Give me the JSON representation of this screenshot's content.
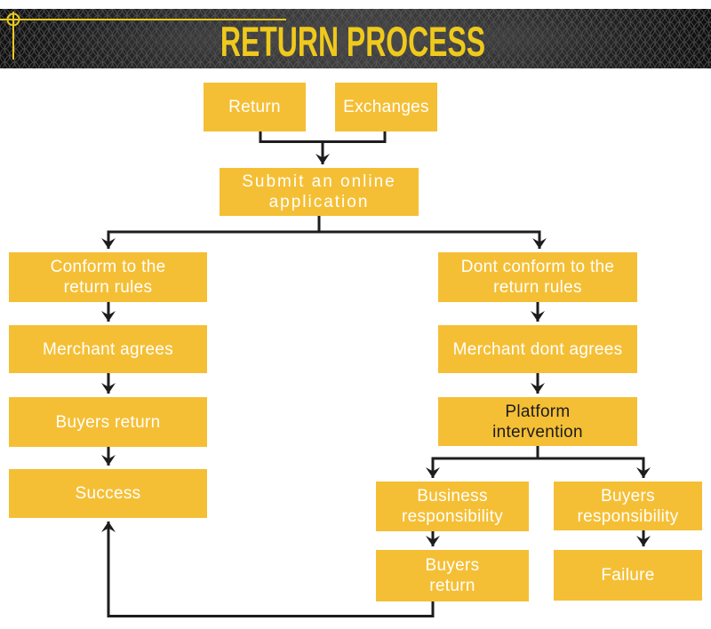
{
  "header": {
    "title": "RETURN PROCESS"
  },
  "nodes": {
    "return": {
      "label": "Return"
    },
    "exchanges": {
      "label": "Exchanges"
    },
    "submit": {
      "label": "Submit an online\napplication"
    },
    "conform": {
      "label": "Conform to the\nreturn rules"
    },
    "dont_conform": {
      "label": "Dont conform to the\nreturn rules"
    },
    "merchant_agrees": {
      "label": "Merchant agrees"
    },
    "merchant_dont_agrees": {
      "label": "Merchant dont agrees"
    },
    "buyers_return": {
      "label": "Buyers return"
    },
    "platform_intervention": {
      "label": "Platform\nintervention"
    },
    "success": {
      "label": "Success"
    },
    "business_responsibility": {
      "label": "Business\nresponsibility"
    },
    "buyers_responsibility": {
      "label": "Buyers\nresponsibility"
    },
    "buyers_return_2": {
      "label": "Buyers\nreturn"
    },
    "failure": {
      "label": "Failure"
    }
  },
  "colors": {
    "box": "#F5BF35",
    "box_text": "#FFFFFF",
    "platform_text": "#1C1C1C",
    "arrow": "#1D1D1D",
    "title": "#EFC91C",
    "accent_line": "#E9C91F"
  }
}
